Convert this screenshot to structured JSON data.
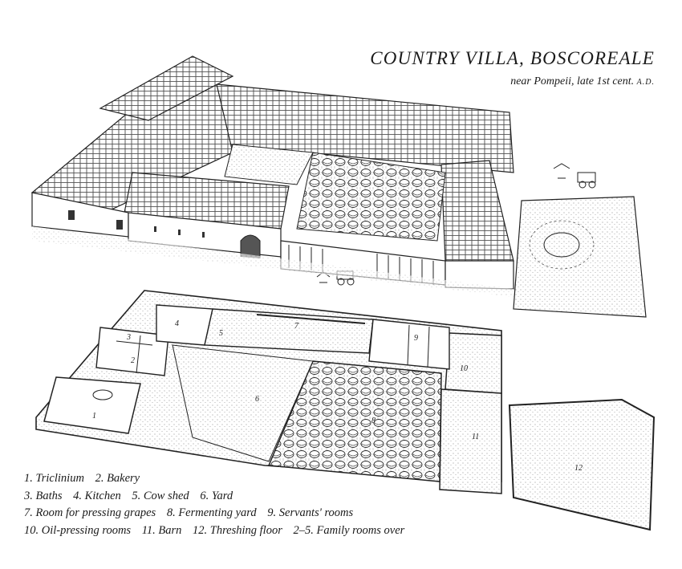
{
  "header": {
    "title": "COUNTRY VILLA, BOSCOREALE",
    "subtitle_main": "near Pompeii, late 1st cent.",
    "subtitle_era": "A.D."
  },
  "plan_labels": [
    "1",
    "2",
    "3",
    "4",
    "5",
    "6",
    "7",
    "8",
    "9",
    "10",
    "11",
    "12"
  ],
  "legend": {
    "lines": [
      [
        "1. Triclinium",
        "2. Bakery"
      ],
      [
        "3. Baths",
        "4. Kitchen",
        "5. Cow shed",
        "6. Yard"
      ],
      [
        "7. Room for pressing grapes",
        "8. Fermenting yard",
        "9. Servants' rooms"
      ],
      [
        "10. Oil-pressing rooms",
        "11. Barn",
        "12. Threshing floor",
        "2–5. Family rooms over"
      ]
    ]
  },
  "colors": {
    "ink": "#1a1a1a",
    "paper": "#ffffff",
    "stipple": "#bdbdbd"
  }
}
